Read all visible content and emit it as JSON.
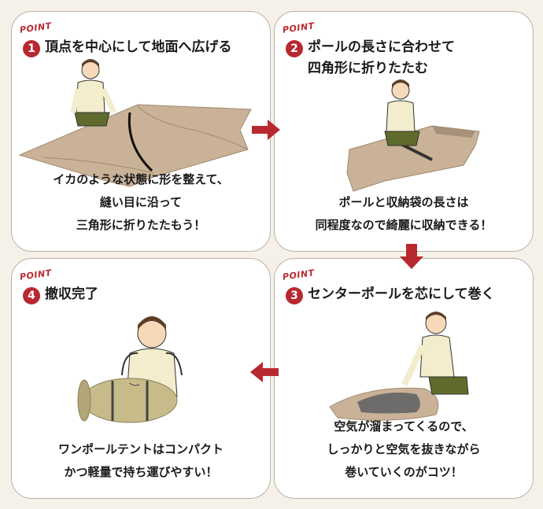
{
  "point_label": "POINT",
  "steps": [
    {
      "num": "1",
      "title_lines": [
        "頂点を中心にして地面へ広げる"
      ],
      "caption_lines": [
        "イカのような状態に形を整えて、",
        "縫い目に沿って",
        "三角形に折りたたもう！"
      ]
    },
    {
      "num": "2",
      "title_lines": [
        "ポールの長さに合わせて",
        "四角形に折りたたむ"
      ],
      "caption_lines": [
        "ポールと収納袋の長さは",
        "同程度なので綺麗に収納できる！"
      ]
    },
    {
      "num": "3",
      "title_lines": [
        "センターポールを芯にして巻く"
      ],
      "caption_lines": [
        "空気が溜まってくるので、",
        "しっかりと空気を抜きながら",
        "巻いていくのがコツ！"
      ]
    },
    {
      "num": "4",
      "title_lines": [
        "撤収完了"
      ],
      "caption_lines": [
        "ワンポールテントはコンパクト",
        "かつ軽量で持ち運びやすい！"
      ]
    }
  ],
  "colors": {
    "accent": "#b8292f",
    "tent": "#c9b297",
    "tent_dark": "#a8917a",
    "shirt": "#f3eccd",
    "pants": "#5f6b2c",
    "hair": "#5b3f28",
    "skin": "#f5d9b8",
    "bag": "#c7bb8a"
  },
  "icons": [
    "arrow-right-icon",
    "arrow-down-icon",
    "arrow-left-icon"
  ]
}
